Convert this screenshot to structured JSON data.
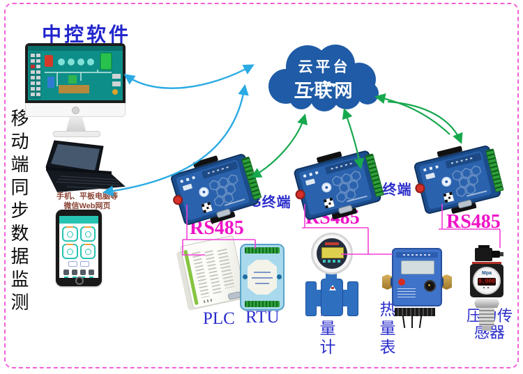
{
  "colors": {
    "label_blue": "#2b2ecb",
    "rs485_magenta": "#ee13c6",
    "wire_magenta": "#f23fd7",
    "border_pink": "#f45fd8",
    "cloud_blue": "#1f5ba6",
    "arrow_cyan": "#29aae3",
    "arrow_green": "#17a84e"
  },
  "title": {
    "text": "中控软件"
  },
  "left": {
    "vertical_caption": "移动端同步数据监测",
    "mobile_caption_line1": "手机、平板电脑等",
    "mobile_caption_line2": "微信Web网页"
  },
  "cloud": {
    "line1": "云平台",
    "line2": "互联网"
  },
  "terminals": {
    "t1_label": "4G终端",
    "t2_label": "4G终端"
  },
  "rs485": {
    "r1": "RS485",
    "r2": "RS485",
    "r3": "RS485"
  },
  "devices": {
    "plc": "PLC",
    "rtu": "RTU",
    "flow_meter": "流量计",
    "heat_meter": "热量表",
    "pressure_line1": "压力传",
    "pressure_line2": "感器",
    "pressure_unit": "Mpa",
    "pressure_value": "0.000"
  }
}
